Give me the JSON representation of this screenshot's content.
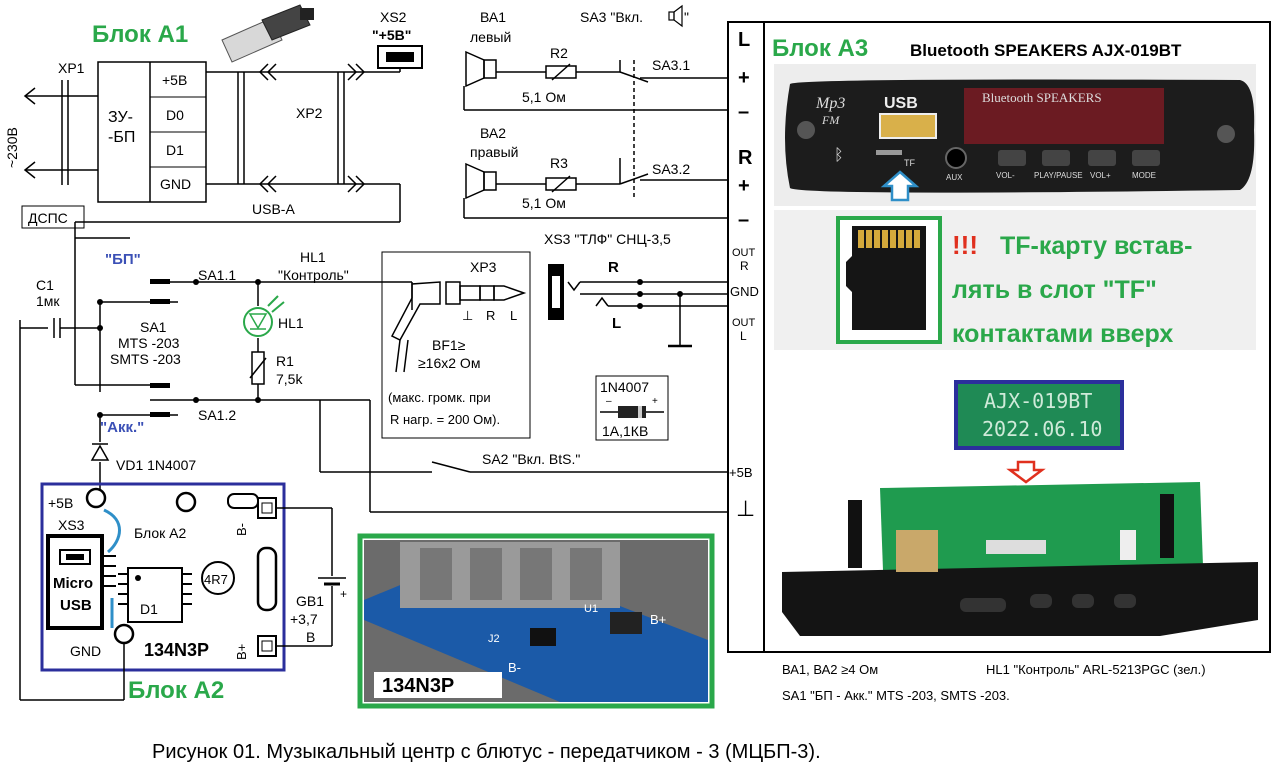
{
  "block_a1": {
    "title": "Блок А1",
    "charger_label_1": "ЗУ-",
    "charger_label_2": "-БП",
    "pins": [
      "+5В",
      "D0",
      "D1",
      "GND"
    ],
    "xp1": "XP1",
    "mains": "~230В",
    "dsps": "ДСПС",
    "usb_a": "USB-A",
    "xp2": "XP2",
    "xs2": "XS2",
    "xs2_value": "\"+5В\""
  },
  "speakers": {
    "ba1": "ВА1",
    "ba1_side": "левый",
    "ba2": "ВА2",
    "ba2_side": "правый",
    "r2": "R2",
    "r2_value": "5,1 Ом",
    "r3": "R3",
    "r3_value": "5,1 Ом",
    "sa3": "SA3 \"Вкл.",
    "sa3_1": "SA3.1",
    "sa3_2": "SA3.2"
  },
  "power_switch": {
    "bp": "\"БП\"",
    "akk": "\"Акк.\"",
    "sa1_1": "SA1.1",
    "sa1_2": "SA1.2",
    "hl1": "HL1",
    "hl1_desc": "\"Контроль\"",
    "hl1_led": "HL1",
    "r1": "R1",
    "r1_value": "7,5k",
    "sa1": "SA1",
    "sa1_mts": "MTS -203",
    "sa1_smts": "SMTS -203",
    "c1": "C1",
    "c1_value": "1мк",
    "vd1": "VD1  1N4007"
  },
  "headphones": {
    "xp3": "XP3",
    "pins": [
      "⊥",
      "R",
      "L"
    ],
    "bf1": "BF1≥",
    "bf1_value": "≥16х2 Ом",
    "note1": "(макс. громк. при",
    "note2": "R нагр. = 200 Ом).",
    "xs3": "XS3  \"ТЛФ\"  СНЦ-3,5",
    "r": "R",
    "l": "L"
  },
  "diode_legend": {
    "part": "1N4007",
    "rating": "1А,1КВ"
  },
  "sa2": "SA2  \"Вкл. BtS.\"",
  "block_a2": {
    "title": "Блок А2",
    "plus5": "+5В",
    "xs3": "XS3",
    "micro": "Micro",
    "usb": "USB",
    "name": "Блок А2",
    "d1": "D1",
    "r4r7": "4R7",
    "b_minus": "В-",
    "b_plus": "В+",
    "gnd": "GND",
    "model": "134N3P",
    "gb1": "GB1",
    "gb1_v": "+3,7",
    "gb1_unit": "В"
  },
  "photo_134n3p": {
    "label": "134N3P"
  },
  "block_a3": {
    "title": "Блок А3",
    "subtitle": "Bluetooth SPEAKERS AJX-019BT",
    "terminals_top": [
      "L",
      "+",
      "–",
      "R",
      "+",
      "–"
    ],
    "out_r": [
      "OUT",
      "R"
    ],
    "gnd": "GND",
    "out_l": [
      "OUT",
      "L"
    ],
    "plus5": "+5В",
    "ground": "⊥",
    "panel_brand": "Mp3",
    "panel_fm": "FM",
    "panel_usb": "USB",
    "panel_title": "Bluetooth SPEAKERS",
    "panel_tf": "TF",
    "panel_aux": "AUX",
    "panel_buttons": [
      "VOL-",
      "PLAY/PAUSE",
      "VOL+",
      "MODE"
    ],
    "tf_warn": "!!!",
    "tf_line1": "TF-карту встав-",
    "tf_line2": "лять в слот \"TF\"",
    "tf_line3": "контактами вверх",
    "board_line1": "AJX-019BT",
    "board_line2": "2022.06.10"
  },
  "notes": {
    "line1_a": "ВА1, ВА2  ≥4 Ом",
    "line1_b": "HL1 \"Контроль\"  ARL-5213PGC (зел.)",
    "line2": "SA1  \"БП - Акк.\"   MTS -203,  SMTS -203."
  },
  "caption": "Рисунок 01.   Музыкальный центр с блютус - передатчиком - 3 (МЦБП-3)."
}
